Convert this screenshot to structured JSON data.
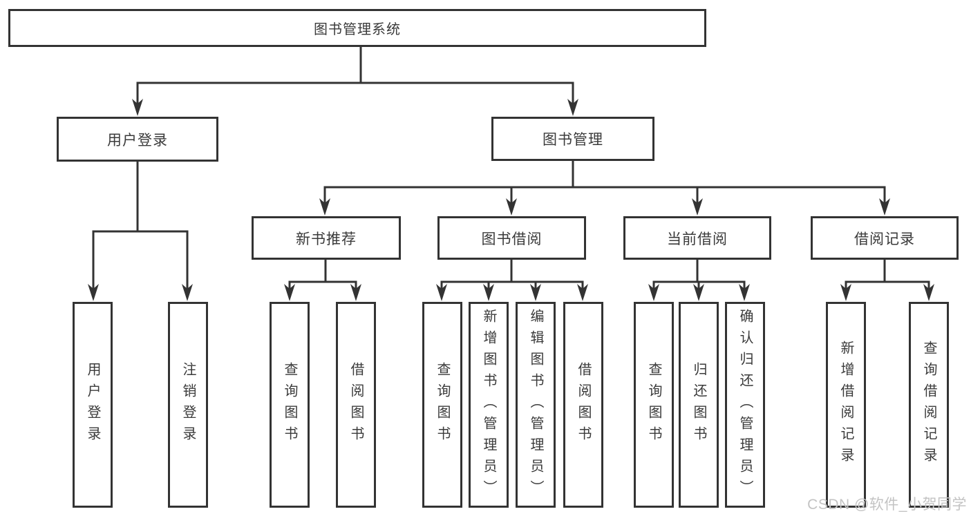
{
  "diagram": {
    "title": "图书管理系统",
    "level2": [
      {
        "label": "用户登录"
      },
      {
        "label": "图书管理"
      }
    ],
    "level3": [
      {
        "label": "新书推荐"
      },
      {
        "label": "图书借阅"
      },
      {
        "label": "当前借阅"
      },
      {
        "label": "借阅记录"
      }
    ],
    "leaves": [
      {
        "label": "用户登录"
      },
      {
        "label": "注销登录"
      },
      {
        "label": "查询图书"
      },
      {
        "label": "借阅图书"
      },
      {
        "label": "查询图书"
      },
      {
        "label": "新增图书（管理员）"
      },
      {
        "label": "编辑图书（管理员）"
      },
      {
        "label": "借阅图书"
      },
      {
        "label": "查询图书"
      },
      {
        "label": "归还图书"
      },
      {
        "label": "确认归还（管理员）"
      },
      {
        "label": "新增借阅记录"
      },
      {
        "label": "查询借阅记录"
      }
    ],
    "watermark": "CSDN @软件_小贺同学",
    "colors": {
      "line": "#333333",
      "text": "#3a3a3a",
      "watermark": "#c3c3c3",
      "background": "#ffffff"
    }
  }
}
